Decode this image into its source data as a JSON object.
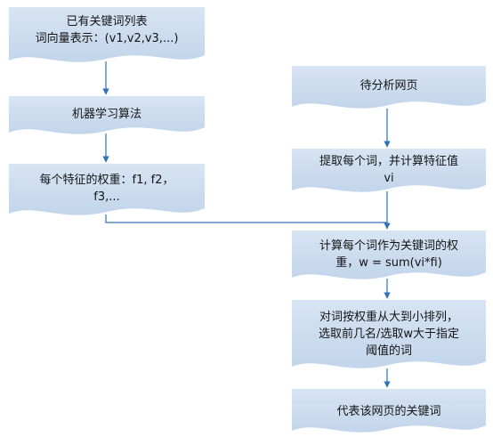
{
  "nodes": {
    "word_list": {
      "lines": [
        "已有关键词列表",
        "词向量表示：(v1,v2,v3,...)"
      ]
    },
    "ml_algorithm": {
      "lines": [
        "机器学习算法"
      ]
    },
    "feature_weights": {
      "lines": [
        "每个特征的权重：f1, f2，",
        "f3,..."
      ]
    },
    "page_to_analyze": {
      "lines": [
        "待分析网页"
      ]
    },
    "extract_words": {
      "lines": [
        "提取每个词，并计算特征值",
        "vi"
      ]
    },
    "compute_weight": {
      "lines": [
        "计算每个词作为关键词的权",
        "重，w = sum(vi*fi)"
      ]
    },
    "sort_select": {
      "lines": [
        "对词按权重从大到小排列，",
        "选取前几名/选取w大于指定",
        "阈值的词"
      ]
    },
    "result_keywords": {
      "lines": [
        "代表该网页的关键词"
      ]
    }
  },
  "colors": {
    "node_fill": "#c5d7ec",
    "node_fill_light": "#dce7f4",
    "arrow": "#2e73b8",
    "text": "#141414"
  }
}
